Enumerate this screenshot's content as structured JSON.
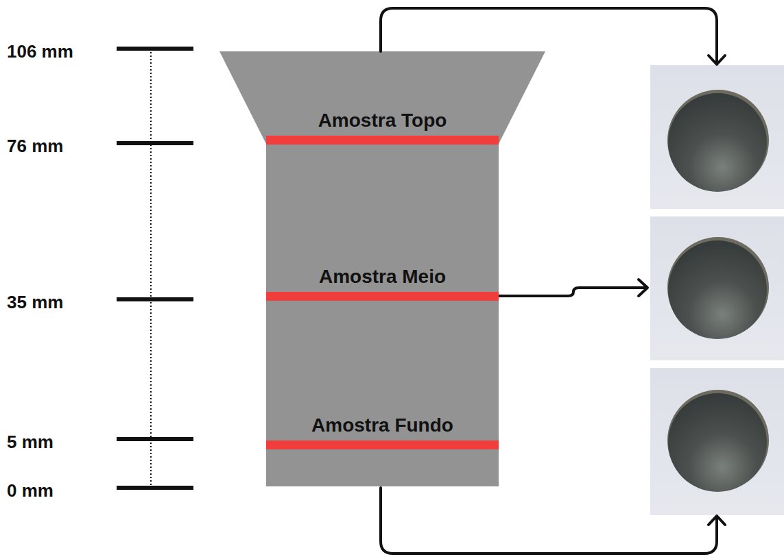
{
  "diagram": {
    "nodes": [
      {
        "text": [
          "Amostra Topo"
        ]
      },
      {
        "text": [
          "Amostra Meio"
        ]
      },
      {
        "text": [
          "Amostra Fundo"
        ]
      }
    ],
    "labels": [
      "106 mm",
      "76 mm",
      "35 mm",
      "5 mm",
      "0 mm"
    ]
  }
}
